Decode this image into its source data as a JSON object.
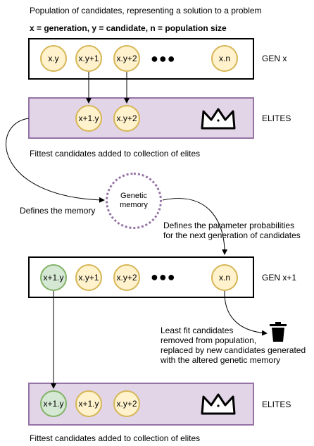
{
  "header": {
    "title": "Population of candidates, representing a solution to a problem",
    "legend": "x = generation, y = candidate, n = population size"
  },
  "gen1": {
    "label": "GEN x",
    "nodes": [
      "x.y",
      "x.y+1",
      "x.y+2",
      "x.n"
    ],
    "ellipsis": "●●●"
  },
  "elites1": {
    "label": "ELITES",
    "nodes": [
      "x+1.y",
      "x.y+2"
    ],
    "caption": "Fittest candidates added to collection of elites"
  },
  "memory": {
    "line1": "Genetic",
    "line2": "memory",
    "defines_label": "Defines the memory",
    "params_line1": "Defines the parameter probabilities",
    "params_line2": "for the next generation of candidates"
  },
  "gen2": {
    "label": "GEN x+1",
    "nodes": [
      "x+1.y",
      "x.y+1",
      "x.y+2",
      "x.n"
    ],
    "ellipsis": "●●●",
    "removal_line1": "Least fit candidates",
    "removal_line2": "removed from population,",
    "removal_line3": "replaced by new candidates generated",
    "removal_line4": "with the altered genetic memory"
  },
  "elites2": {
    "label": "ELITES",
    "nodes": [
      "x+1.y",
      "x+1.y",
      "x.y+2"
    ],
    "caption": "Fittest candidates added to collection of elites"
  },
  "icons": {
    "crown": "crown-icon",
    "trash": "trash-icon"
  },
  "colors": {
    "node_fill": "#fff2cc",
    "node_stroke": "#d6b656",
    "elite_fill": "#e1d5e7",
    "elite_stroke": "#9673a6",
    "new_node_fill": "#d5e8d4",
    "new_node_stroke": "#82b366"
  }
}
